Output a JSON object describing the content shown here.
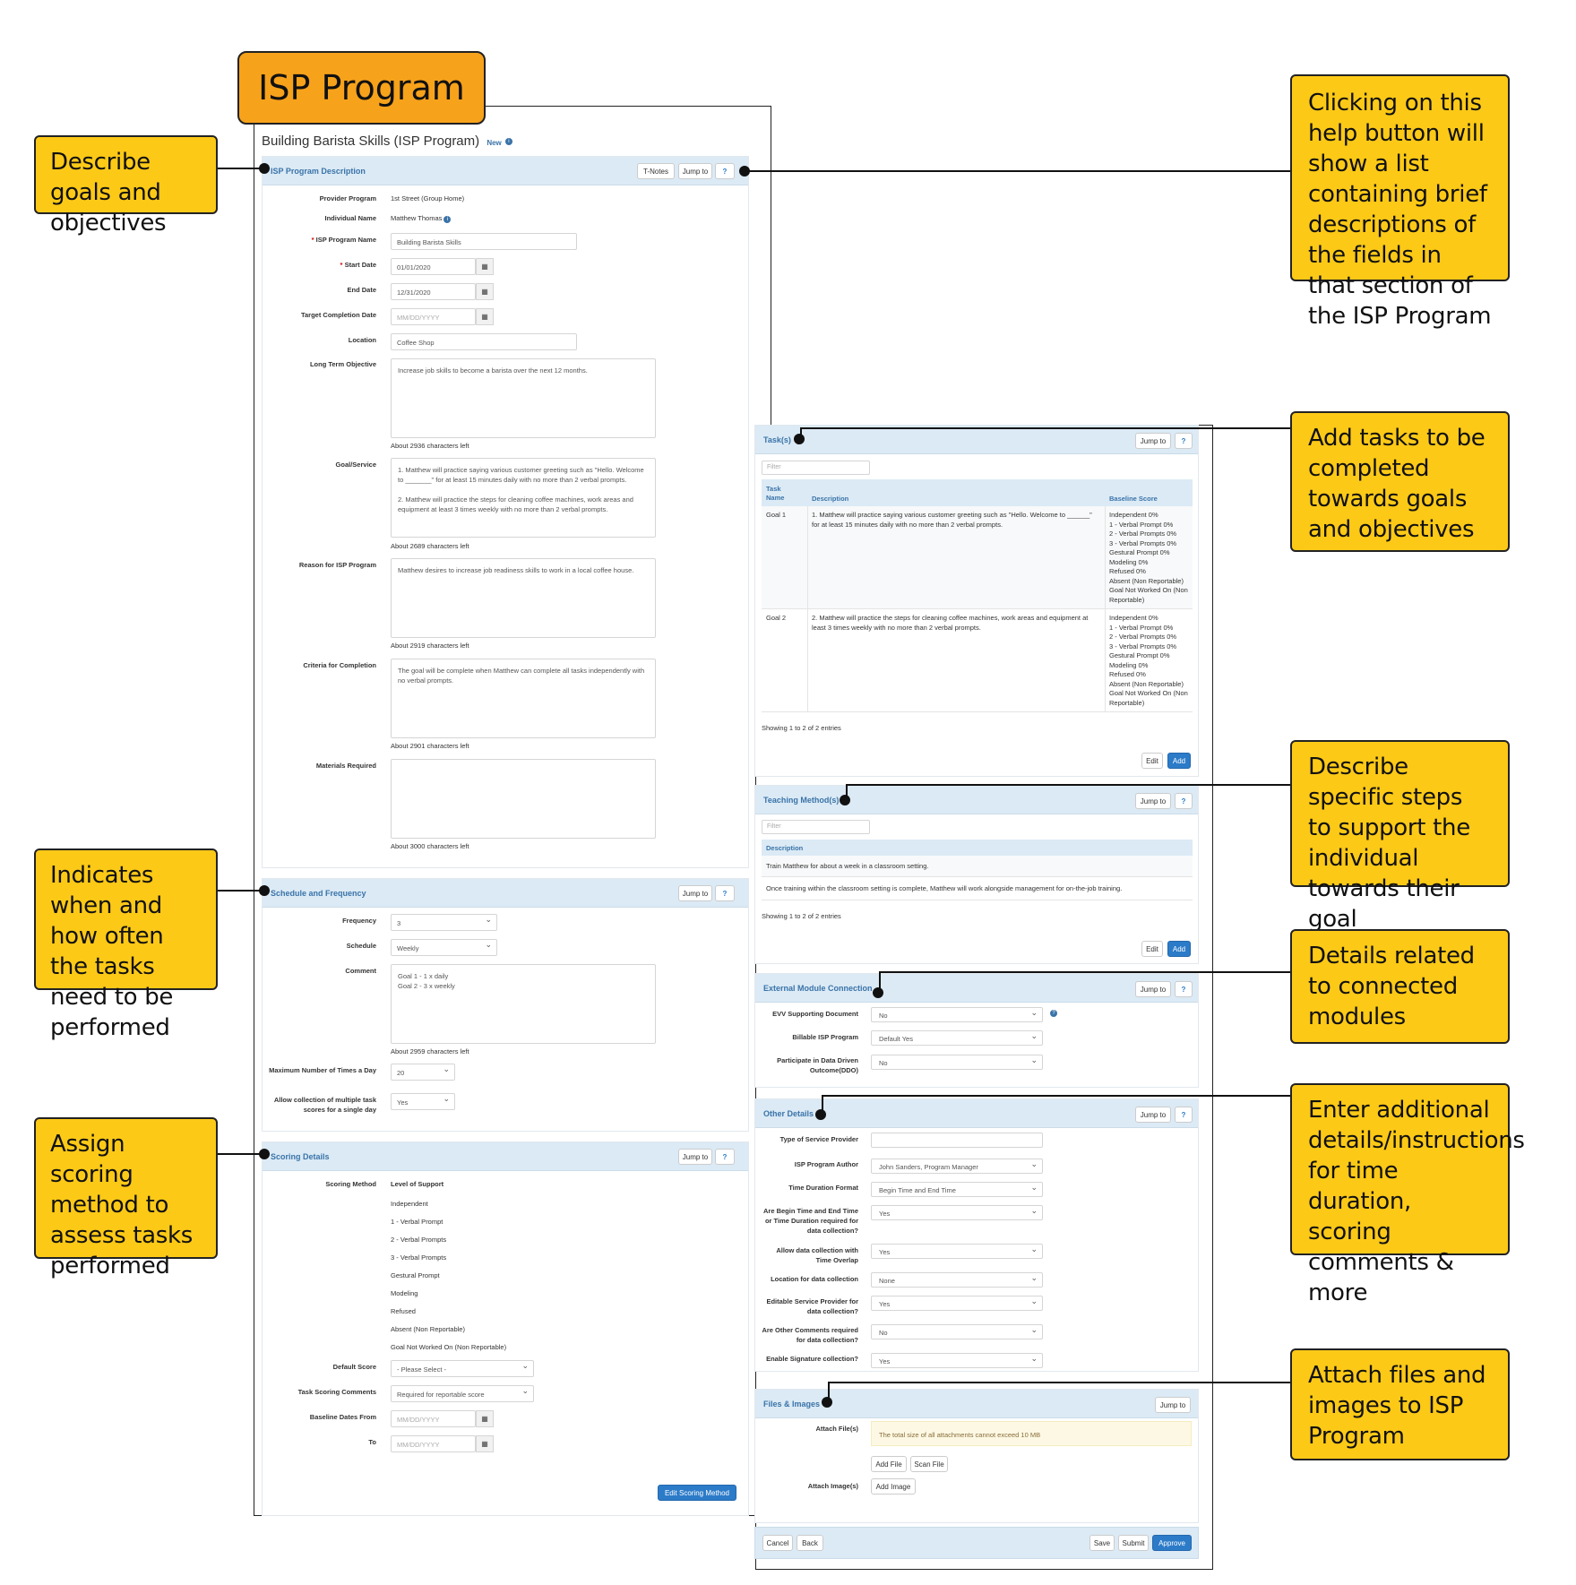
{
  "title": "ISP Program",
  "callouts": {
    "goals": "Describe goals and objectives",
    "help": "Clicking on this help button will show a list containing brief descriptions of the fields in that section of the ISP Program",
    "tasks": "Add tasks to be completed towards goals and objectives",
    "steps": "Describe specific steps to support the individual towards their goal",
    "modules": "Details related to connected modules",
    "schedule": "Indicates when and how often the tasks need to be performed",
    "scoring": "Assign scoring method to assess tasks performed",
    "additional": "Enter additional details/instructions for time duration, scoring comments & more",
    "files": "Attach files and images to ISP Program"
  },
  "page_header": {
    "name": "Building Barista Skills (ISP Program)",
    "badge": "New"
  },
  "common": {
    "jump_to": "Jump to",
    "help": "?",
    "edit": "Edit",
    "add": "Add",
    "filter": "Filter",
    "showing": "Showing 1 to 2 of 2 entries"
  },
  "description": {
    "title": "ISP Program Description",
    "tnotes": "T-Notes",
    "provider_program_label": "Provider Program",
    "provider_program": "1st Street (Group Home)",
    "individual_name_label": "Individual Name",
    "individual_name": "Matthew Thomas",
    "isp_name_label": "ISP Program Name",
    "isp_name": "Building Barista Skills",
    "start_date_label": "Start Date",
    "start_date": "01/01/2020",
    "end_date_label": "End Date",
    "end_date": "12/31/2020",
    "target_label": "Target Completion Date",
    "target_placeholder": "MM/DD/YYYY",
    "location_label": "Location",
    "location": "Coffee Shop",
    "lto_label": "Long Term Objective",
    "lto": "Increase job skills to become a barista over the next 12 months.",
    "lto_count": "About 2936 characters left",
    "goal_label": "Goal/Service",
    "goal": "1. Matthew will practice saying various customer greeting such as \"Hello. Welcome to _______\" for at least 15 minutes daily with no more than 2 verbal prompts.\n\n2. Matthew will practice the steps for cleaning coffee machines, work areas and equipment at least 3 times weekly with no more than 2 verbal prompts.",
    "goal_count": "About 2689 characters left",
    "reason_label": "Reason for ISP Program",
    "reason": "Matthew desires to increase job readiness skills to work in a local coffee house.",
    "reason_count": "About 2919 characters left",
    "criteria_label": "Criteria for Completion",
    "criteria": "The goal will be complete when Matthew can complete all tasks independently with no verbal prompts.",
    "criteria_count": "About 2901 characters left",
    "materials_label": "Materials Required",
    "materials_count": "About 3000 characters left"
  },
  "schedule": {
    "title": "Schedule and Frequency",
    "frequency_label": "Frequency",
    "frequency": "3",
    "schedule_label": "Schedule",
    "schedule": "Weekly",
    "comment_label": "Comment",
    "comment": "Goal 1 - 1 x daily\nGoal 2 - 3 x weekly",
    "comment_count": "About 2959 characters left",
    "max_label": "Maximum Number of Times a Day",
    "max": "20",
    "allow_label": "Allow collection of multiple task scores for a single day",
    "allow": "Yes"
  },
  "scoring": {
    "title": "Scoring Details",
    "method_label": "Scoring Method",
    "method": "Level of Support",
    "levels": [
      "Independent",
      "1 - Verbal Prompt",
      "2 - Verbal Prompts",
      "3 - Verbal Prompts",
      "Gestural Prompt",
      "Modeling",
      "Refused",
      "Absent (Non Reportable)",
      "Goal Not Worked On (Non Reportable)"
    ],
    "default_label": "Default Score",
    "default": "- Please Select -",
    "comments_label": "Task Scoring Comments",
    "comments": "Required for reportable score",
    "baseline_label": "Baseline Dates From",
    "to_label": "To",
    "date_placeholder": "MM/DD/YYYY",
    "edit_method": "Edit Scoring Method"
  },
  "tasks": {
    "title": "Task(s)",
    "col_name": "Task Name",
    "col_desc": "Description",
    "col_score": "Baseline Score",
    "rows": [
      {
        "name": "Goal 1",
        "desc": "1. Matthew will practice saying various customer greeting such as \"Hello. Welcome to ______\" for at least 15 minutes daily with no more than 2 verbal prompts.",
        "score": "Independent 0%\n1 - Verbal Prompt 0%\n2 - Verbal Prompts 0%\n3 - Verbal Prompts 0%\nGestural Prompt 0%\nModeling 0%\nRefused 0%\nAbsent (Non Reportable)\nGoal Not Worked On (Non Reportable)"
      },
      {
        "name": "Goal 2",
        "desc": "2. Matthew will practice the steps for cleaning coffee machines, work areas and equipment at least 3 times weekly with no more than 2 verbal prompts.",
        "score": "Independent 0%\n1 - Verbal Prompt 0%\n2 - Verbal Prompts 0%\n3 - Verbal Prompts 0%\nGestural Prompt 0%\nModeling 0%\nRefused 0%\nAbsent (Non Reportable)\nGoal Not Worked On (Non Reportable)"
      }
    ]
  },
  "teaching": {
    "title": "Teaching Method(s)",
    "col_desc": "Description",
    "rows": [
      "Train Matthew for about a week in a classroom setting.",
      "Once training within the classroom setting is complete, Matthew will work alongside management for on-the-job training."
    ]
  },
  "external": {
    "title": "External Module Connection",
    "evv_label": "EVV Supporting Document",
    "evv": "No",
    "billable_label": "Billable ISP Program",
    "billable": "Default Yes",
    "ddo_label": "Participate in Data Driven Outcome(DDO)",
    "ddo": "No"
  },
  "other": {
    "title": "Other Details",
    "fields": [
      {
        "label": "Type of Service Provider",
        "value": ""
      },
      {
        "label": "ISP Program Author",
        "value": "John Sanders, Program Manager"
      },
      {
        "label": "Time Duration Format",
        "value": "Begin Time and End Time"
      },
      {
        "label": "Are Begin Time and End Time or Time Duration required for data collection?",
        "value": "Yes"
      },
      {
        "label": "Allow data collection with Time Overlap",
        "value": "Yes"
      },
      {
        "label": "Location for data collection",
        "value": "None"
      },
      {
        "label": "Editable Service Provider for data collection?",
        "value": "Yes"
      },
      {
        "label": "Are Other Comments required for data collection?",
        "value": "No"
      },
      {
        "label": "Enable Signature collection?",
        "value": "Yes"
      }
    ]
  },
  "files": {
    "title": "Files & Images",
    "attach_files_label": "Attach File(s)",
    "notice": "The total size of all attachments cannot exceed 10 MB",
    "add_file": "Add File",
    "scan_file": "Scan File",
    "attach_images_label": "Attach Image(s)",
    "add_image": "Add Image"
  },
  "footer": {
    "cancel": "Cancel",
    "back": "Back",
    "save": "Save",
    "submit": "Submit",
    "approve": "Approve"
  },
  "colors": {
    "callout": "#fcc917",
    "title_box": "#f7a21b",
    "header": "#dbeaf5",
    "primary": "#2c7bc8"
  }
}
